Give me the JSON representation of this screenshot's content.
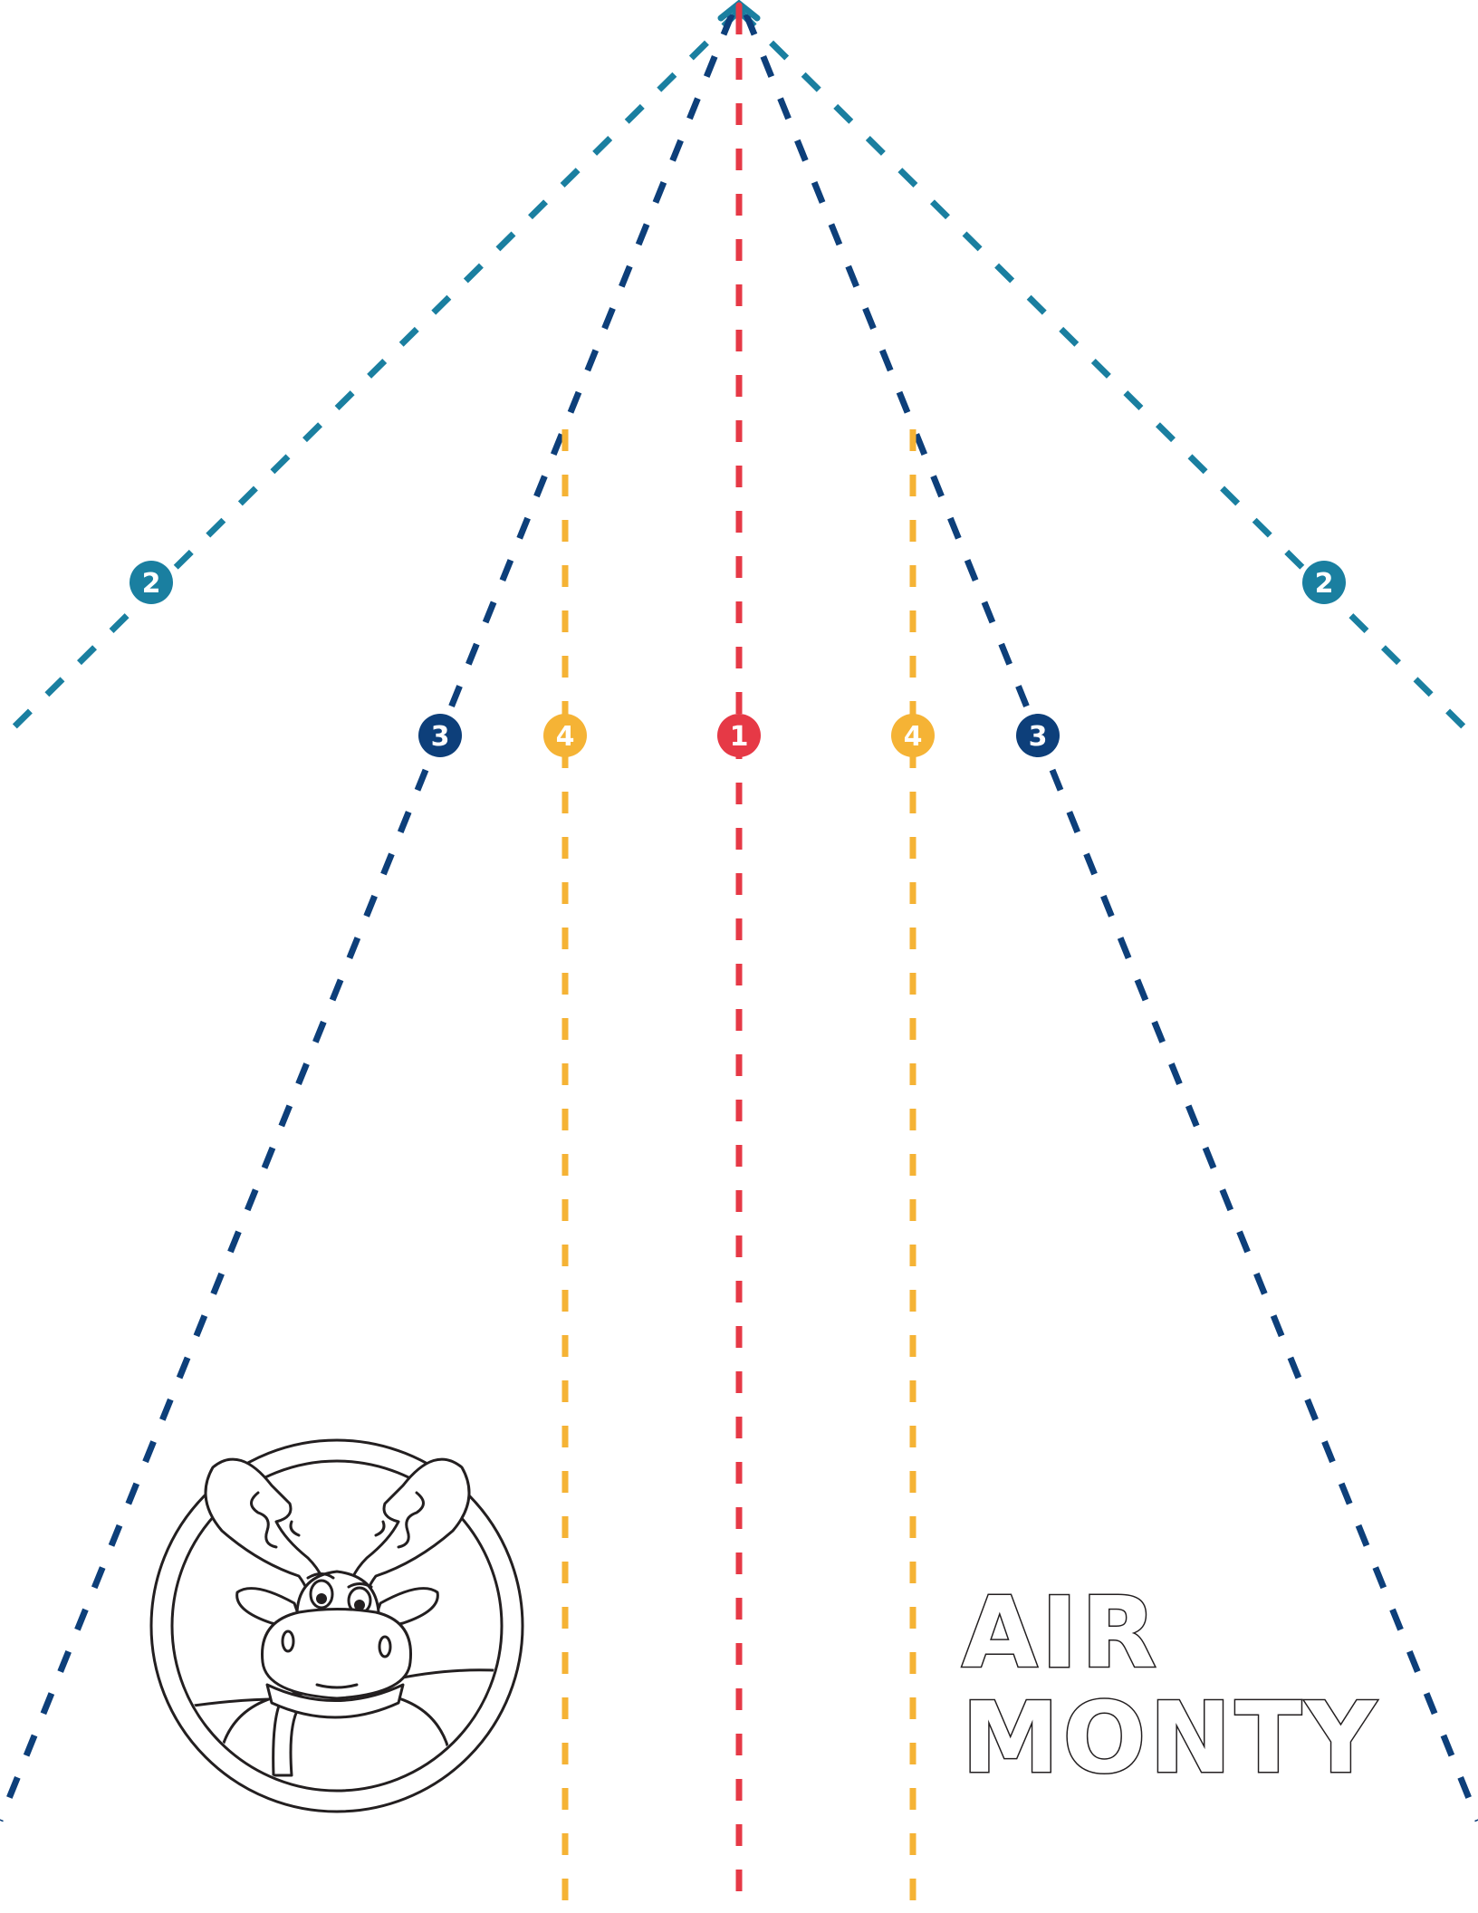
{
  "colors": {
    "fold_1": "#e63946",
    "fold_2": "#1a7fa0",
    "fold_3": "#0d3f7a",
    "fold_4": "#f5b335",
    "badge_text": "#ffffff",
    "outline": "#231f20"
  },
  "fold_steps": [
    {
      "step": "1",
      "color_key": "fold_1"
    },
    {
      "step": "2",
      "color_key": "fold_2"
    },
    {
      "step": "3",
      "color_key": "fold_3"
    },
    {
      "step": "4",
      "color_key": "fold_4"
    }
  ],
  "badges": {
    "step_1": "1",
    "step_2_left": "2",
    "step_2_right": "2",
    "step_3_left": "3",
    "step_3_right": "3",
    "step_4_left": "4",
    "step_4_right": "4"
  },
  "title": {
    "line1": "AIR",
    "line2": "MONTY"
  },
  "logo": {
    "icon": "moose-icon"
  }
}
